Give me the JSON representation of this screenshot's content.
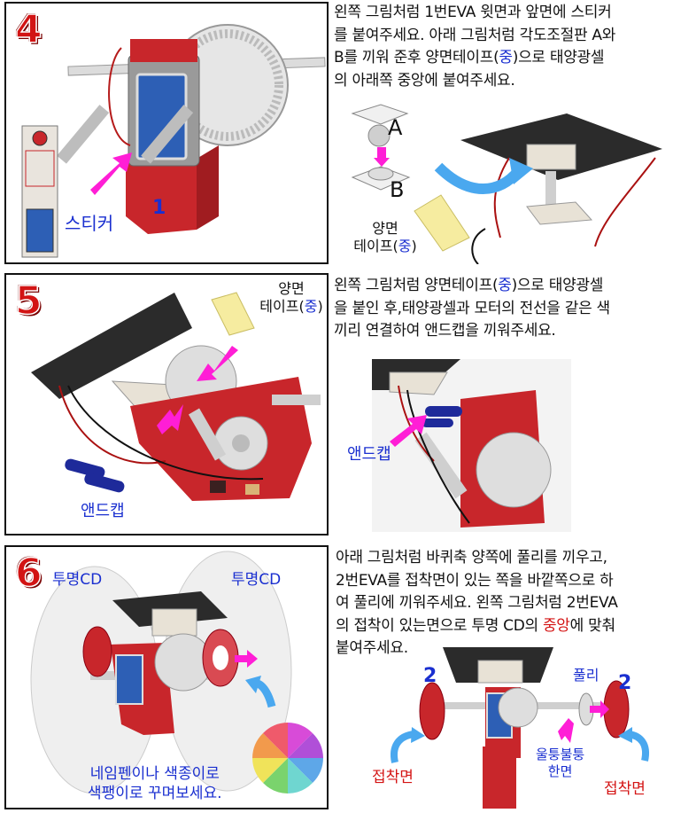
{
  "step4": {
    "number": "4",
    "text_line1": "왼쪽 그림처럼 1번EVA 윗면과 앞면에 스티커",
    "text_line2": "를 붙여주세요. 아래 그림처럼 각도조절판 A와",
    "text_line3": "B를 끼워 준후 양면테이프(",
    "text_mid": "중",
    "text_line3b": ")으로 태양광셀",
    "text_line4": "의 아래쪽 중앙에 붙여주세요.",
    "sticker_label": "스티커",
    "part_number": "1",
    "label_a": "A",
    "label_b": "B",
    "tape_label_1": "양면",
    "tape_label_2a": "테이프(",
    "tape_label_mid": "중",
    "tape_label_2b": ")"
  },
  "step5": {
    "number": "5",
    "text_line1a": "왼쪽 그림처럼 양면테이프(",
    "text_line1_mid": "중",
    "text_line1b": ")으로 태양광셀",
    "text_line2": "을 붙인 후,태양광셀과 모터의 전선을 같은 색",
    "text_line3": "끼리 연결하여 앤드캡을 끼워주세요.",
    "tape_label_1": "양면",
    "tape_label_2a": "테이프(",
    "tape_label_mid": "중",
    "tape_label_2b": ")",
    "endcap_label_left": "앤드캡",
    "endcap_label_right": "앤드캡"
  },
  "step6": {
    "number": "6",
    "text_line1": "아래 그림처럼 바퀴축 양쪽에 풀리를 끼우고,",
    "text_line2": "2번EVA를 접착면이 있는 쪽을 바깥쪽으로 하",
    "text_line3": "여 풀리에 끼워주세요. 왼쪽 그림처럼 2번EVA",
    "text_line4a": "의 접착이 있는면으로 투명 CD의 ",
    "text_line4_mid": "중앙",
    "text_line4b": "에 맞춰",
    "text_line5": "붙여주세요.",
    "cd_label_left": "투명CD",
    "cd_label_right": "투명CD",
    "deco_text_1": "네임펜이나 색종이로",
    "deco_text_2": "색팽이로 꾸며보세요.",
    "pulley_label": "풀리",
    "eva_num_left": "2",
    "eva_num_right": "2",
    "bumpy_label_1": "울퉁불퉁",
    "bumpy_label_2": "한면",
    "adhesive_left": "접착면",
    "adhesive_right": "접착면"
  },
  "colors": {
    "red_body": "#c8262b",
    "blue_text": "#1a2fd0",
    "red_text": "#d41414",
    "magenta_arrow": "#ff1ed6",
    "blue_arrow": "#4aa8ef",
    "tape_yellow": "#f6eca0"
  }
}
